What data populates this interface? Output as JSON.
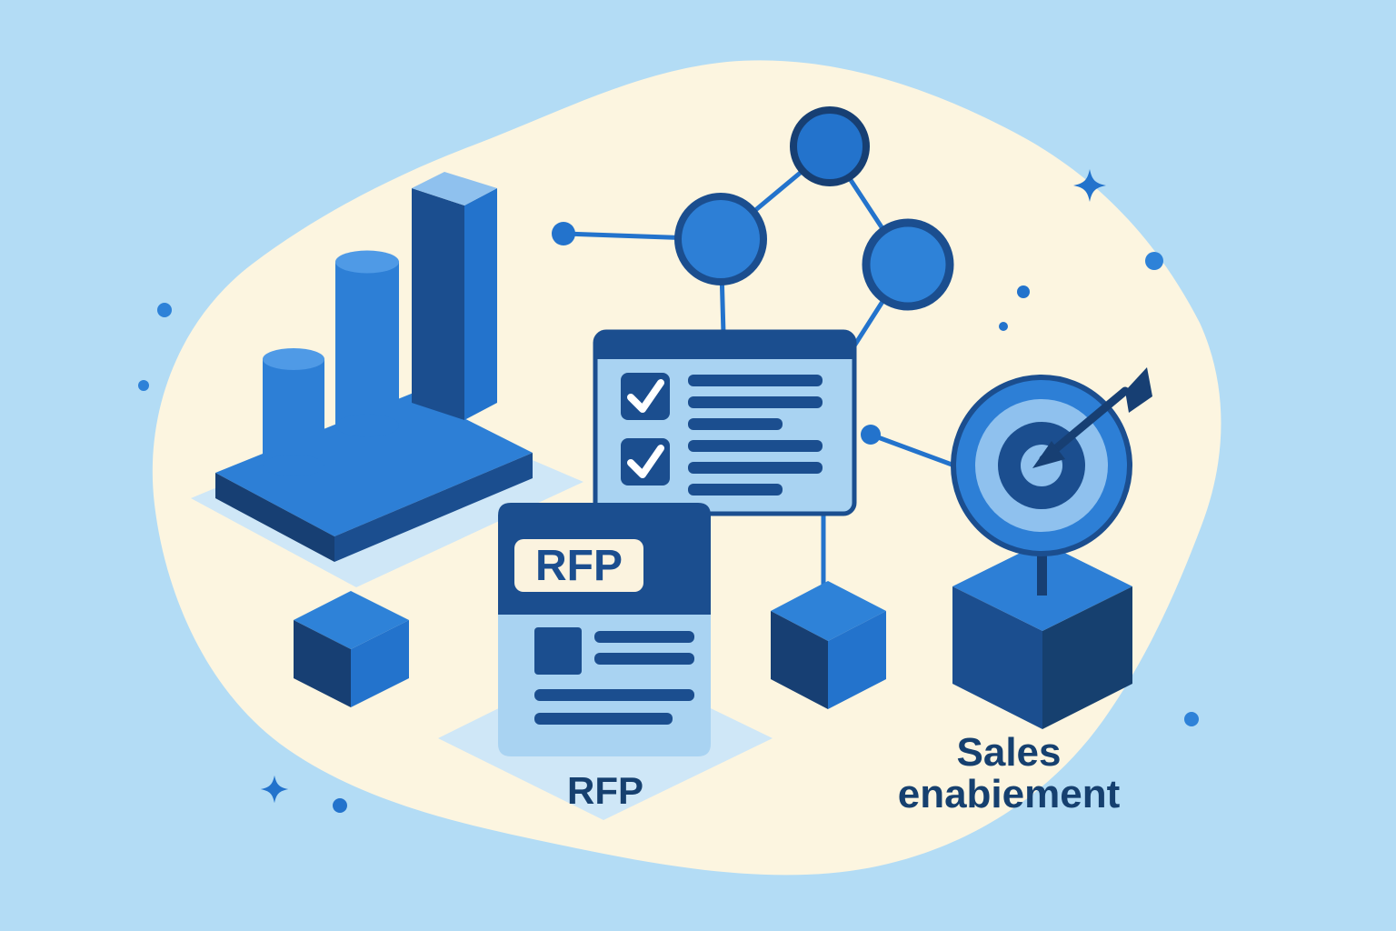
{
  "rfp_document": {
    "header_label": "RFP"
  },
  "captions": {
    "rfp": "RFP",
    "sales": [
      "Sales",
      "enabiement"
    ]
  },
  "icons": [
    "bar-chart-icon",
    "network-graph-icon",
    "checklist-card-icon",
    "rfp-document-icon",
    "cube-icon",
    "target-icon",
    "dart-icon",
    "sparkle-icon",
    "dot-decoration"
  ],
  "colors": {
    "background": "#b3dcf5",
    "blob_cream": "#fcf5e0",
    "navy": "#1b4e8f",
    "dark_navy": "#173f73",
    "deep_navy": "#16406f",
    "blue": "#2373cc",
    "bright_blue": "#2d7fd6",
    "sky_blue": "#2e82d8",
    "cylinder_top": "#4f9ae6",
    "pale_blue": "#8fc1ee",
    "card_blue": "#a9d3f2",
    "shadow_blue": "#cfe7f7",
    "chip_cream": "#fbf3df",
    "check_white": "#ffffff",
    "text_navy": "#16406f"
  }
}
